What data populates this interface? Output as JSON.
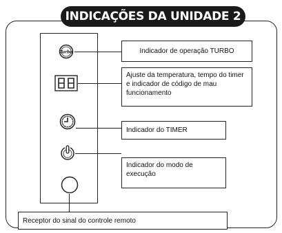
{
  "title": "INDICAÇÕES DA UNIDADE 2",
  "indicators": {
    "turbo": {
      "icon": "turbo-icon",
      "icon_text": "Turbo",
      "label": "Indicador de operação TURBO"
    },
    "display": {
      "icon": "seven-segment-display-icon",
      "label": "Ajuste da temperatura, tempo do timer e indicador de código de mau funcionamento"
    },
    "timer": {
      "icon": "clock-icon",
      "label": "Indicador do TIMER"
    },
    "run": {
      "icon": "power-icon",
      "label": "Indicador do modo de execução"
    },
    "receiver": {
      "icon": "receiver-circle-icon",
      "label": "Receptor do sinal do controle remoto"
    }
  }
}
